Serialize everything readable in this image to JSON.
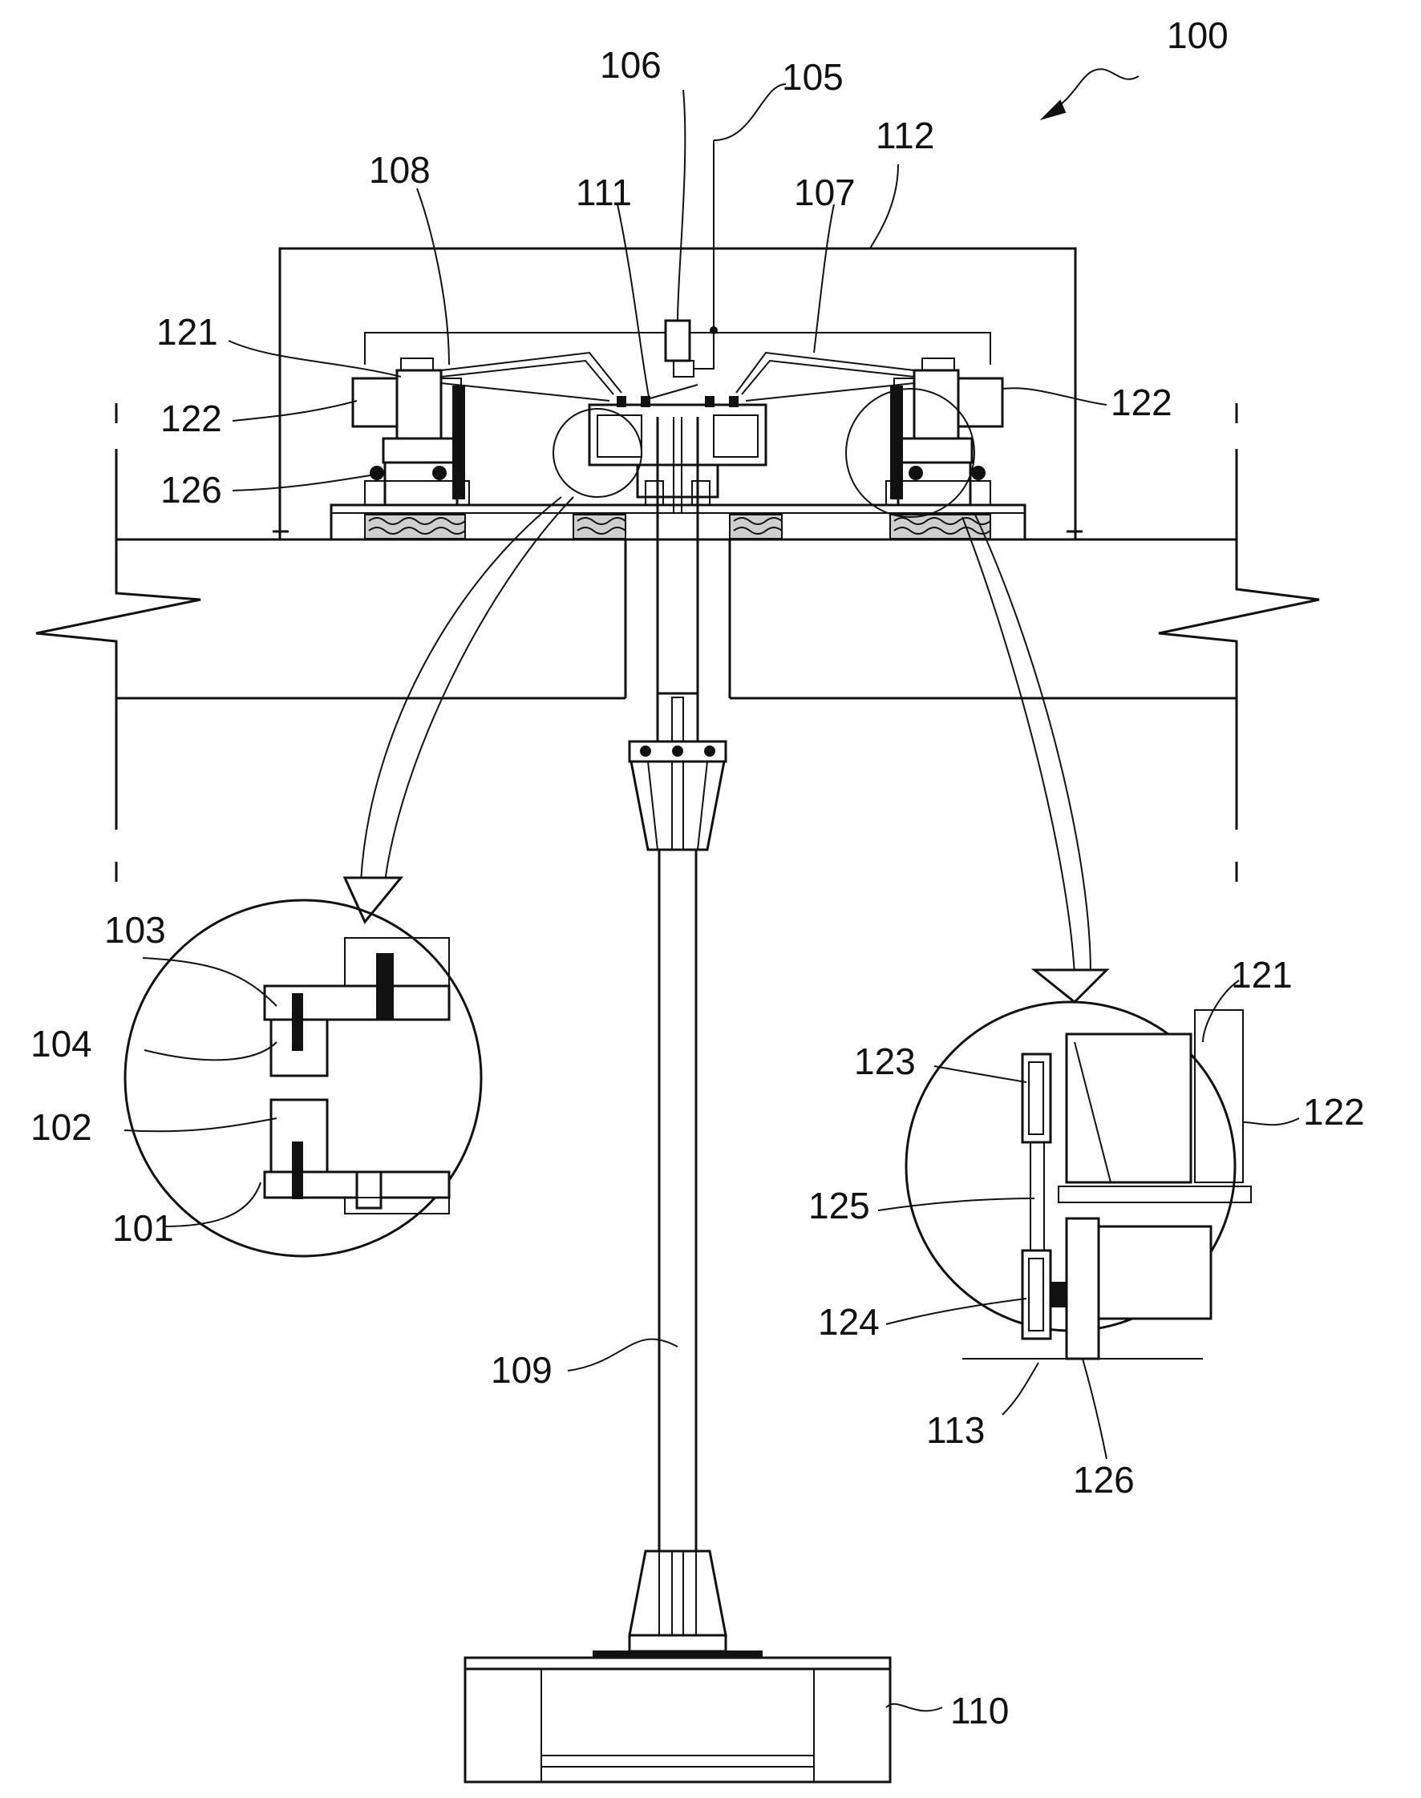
{
  "labels": {
    "assembly": "100",
    "bottom_bracket": "101",
    "lower_block": "102",
    "top_bracket": "103",
    "upper_block": "104",
    "cable": "105",
    "sensor": "106",
    "right_arm": "107",
    "left_arm": "108",
    "mast": "109",
    "base": "110",
    "hub": "111",
    "enclosure": "112",
    "frame": "113",
    "motor": "121",
    "gearbox": "122",
    "upper_pulley": "123",
    "lower_pulley": "124",
    "belt": "125",
    "support": "126"
  }
}
